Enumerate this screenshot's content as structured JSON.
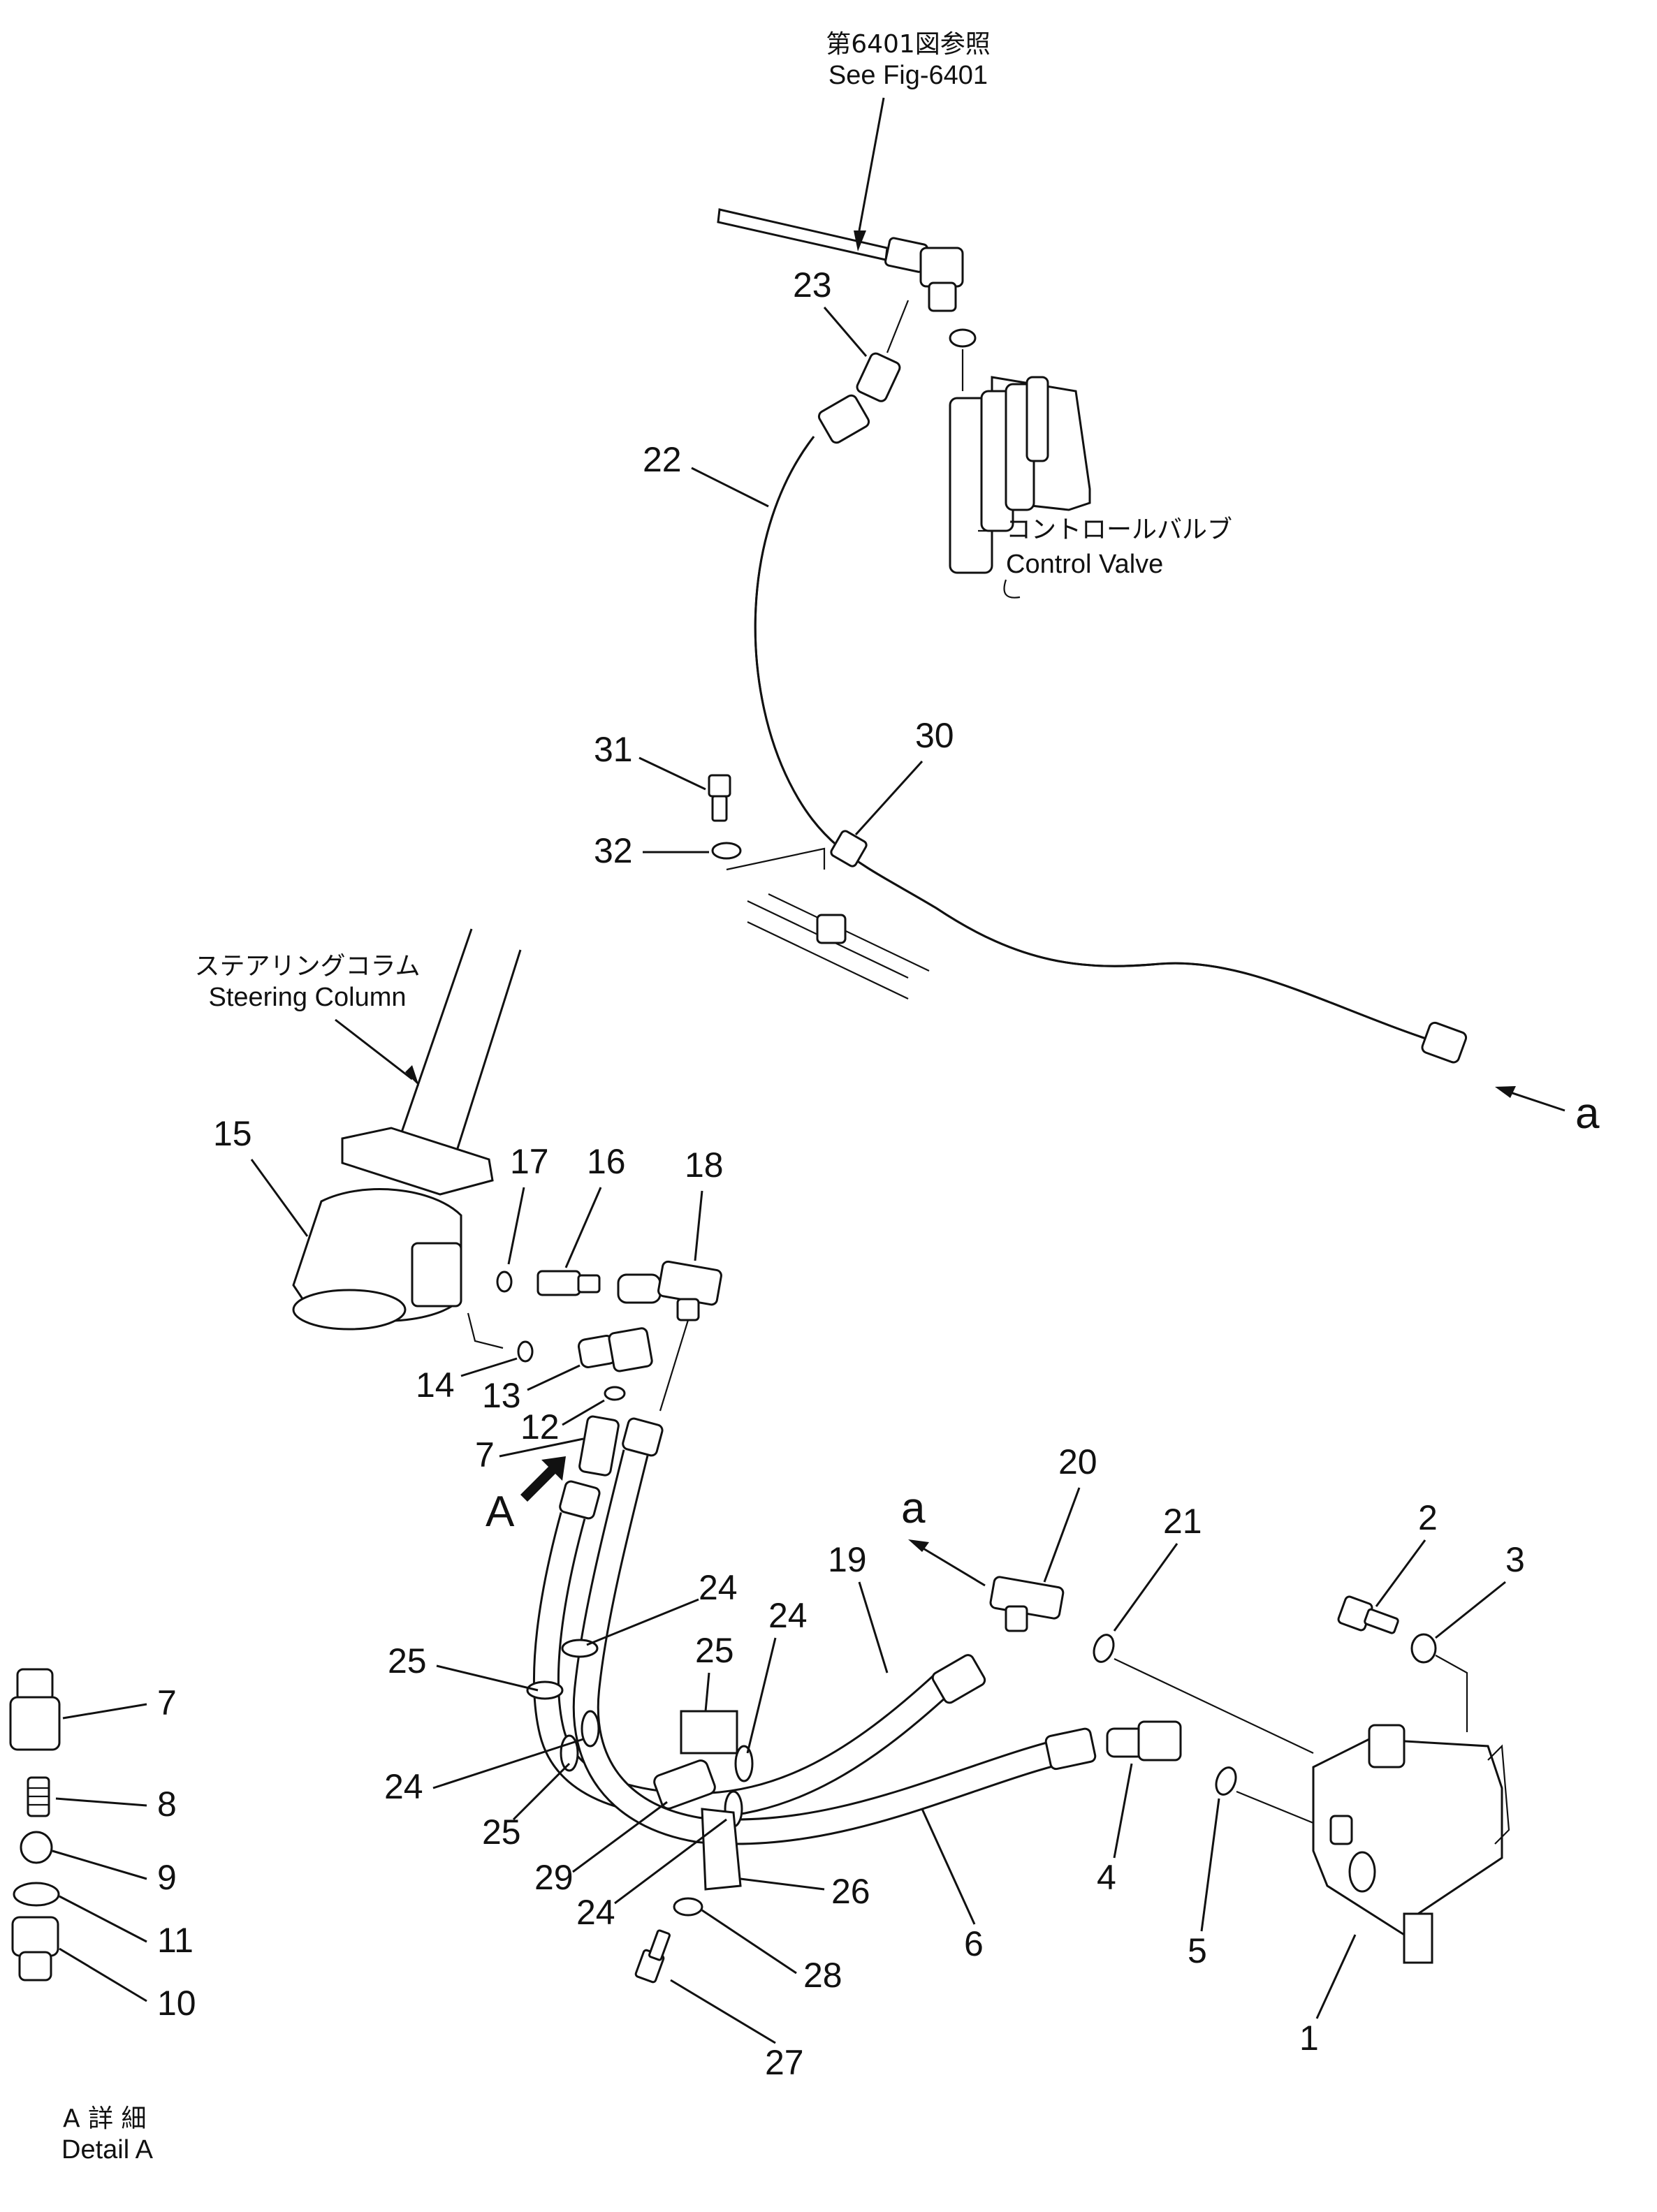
{
  "notes": {
    "see_fig_jp": "第6401図参照",
    "see_fig_en": "See Fig-6401",
    "control_valve_jp": "コントロールバルブ",
    "control_valve_en": "Control Valve",
    "steering_column_jp": "ステアリングコラム",
    "steering_column_en": "Steering Column",
    "detail_a_jp": "A 詳 細",
    "detail_a_en": "Detail A",
    "ref_a_right": "a",
    "ref_a_mid": "a",
    "detail_marker": "A"
  },
  "part_numbers": {
    "p1": "1",
    "p2": "2",
    "p3": "3",
    "p4": "4",
    "p5": "5",
    "p6": "6",
    "p7a": "7",
    "p7b": "7",
    "p8": "8",
    "p9": "9",
    "p10": "10",
    "p11": "11",
    "p12": "12",
    "p13": "13",
    "p14": "14",
    "p15": "15",
    "p16": "16",
    "p17": "17",
    "p18": "18",
    "p19": "19",
    "p20": "20",
    "p21": "21",
    "p22": "22",
    "p23": "23",
    "p24a": "24",
    "p24b": "24",
    "p24c": "24",
    "p24d": "24",
    "p25a": "25",
    "p25b": "25",
    "p25c": "25",
    "p26": "26",
    "p27": "27",
    "p28": "28",
    "p29": "29",
    "p30": "30",
    "p31": "31",
    "p32": "32"
  }
}
